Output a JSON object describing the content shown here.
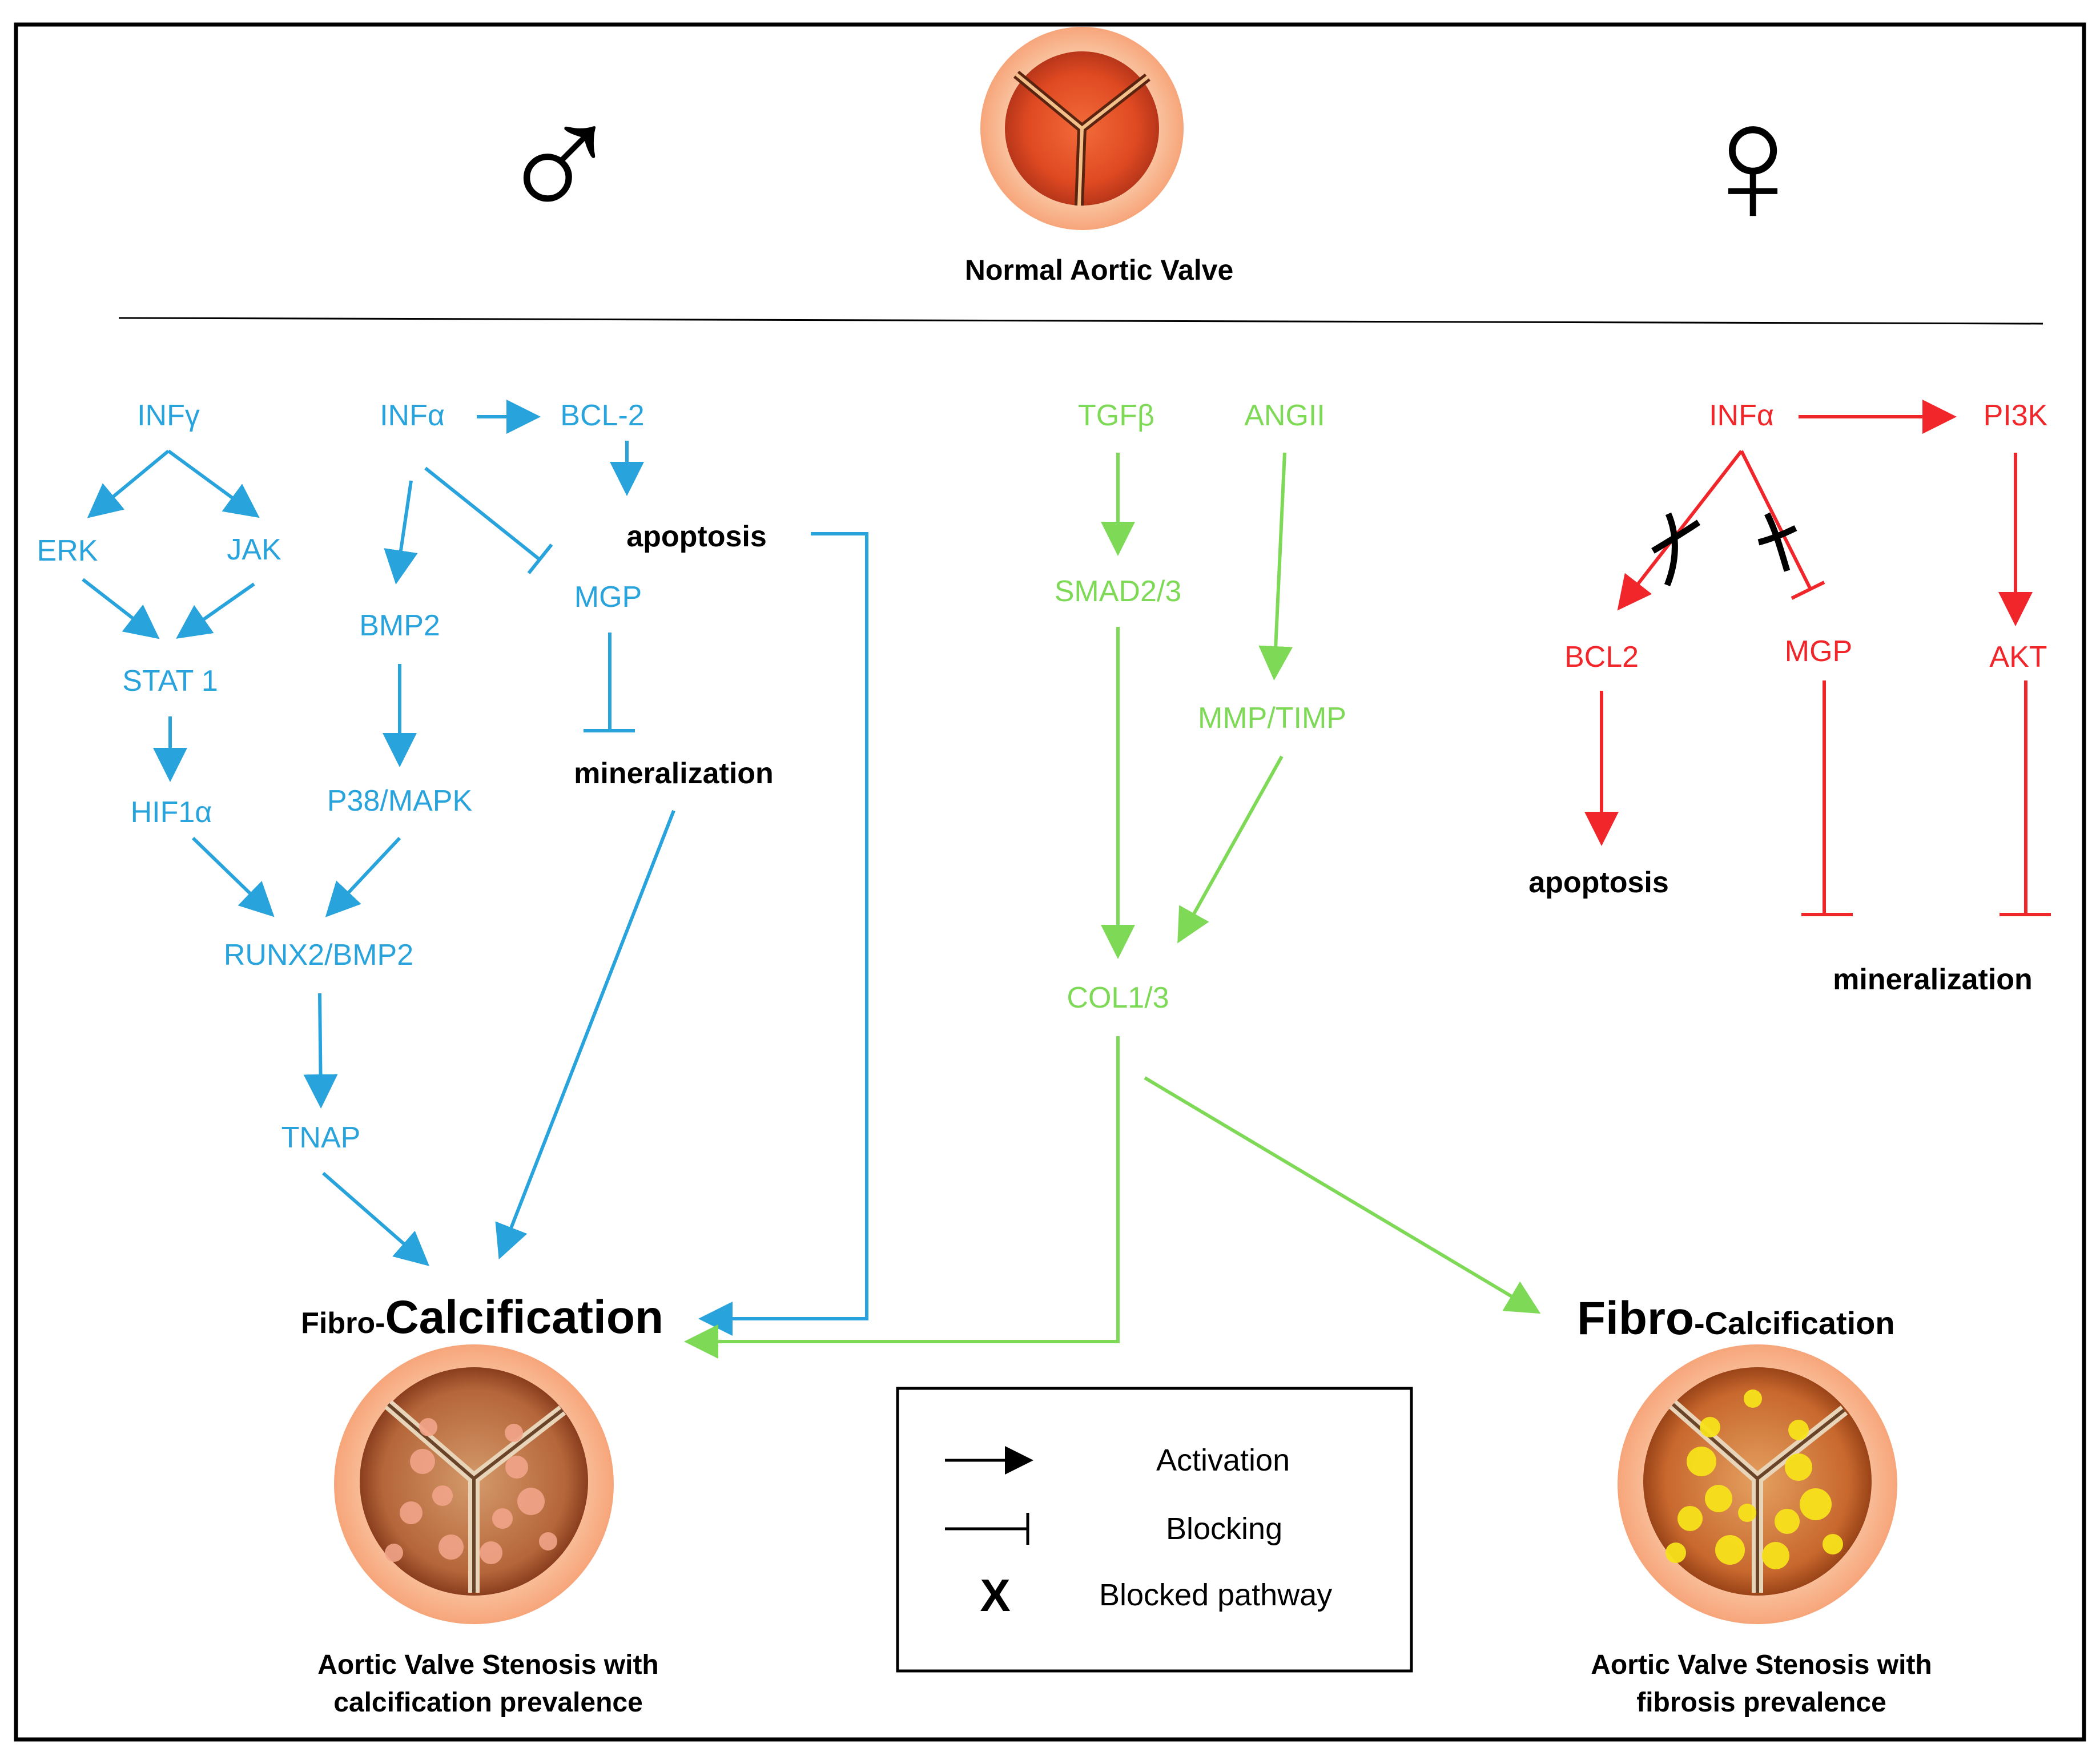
{
  "header": {
    "male_symbol": "♂",
    "female_symbol": "♀",
    "normal_valve_label": "Normal Aortic Valve"
  },
  "male_pathway": {
    "nodes": {
      "infg": "INFγ",
      "erk": "ERK",
      "jak": "JAK",
      "stat1": "STAT 1",
      "hif1a": "HIF1α",
      "infa": "INFα",
      "bcl2": "BCL-2",
      "apoptosis": "apoptosis",
      "bmp2": "BMP2",
      "mgp": "MGP",
      "mineralization": "mineralization",
      "p38": "P38/MAPK",
      "runx2": "RUNX2/BMP2",
      "tnap": "TNAP"
    },
    "outcome_prefix": "Fibro-",
    "outcome_main": "Calcification",
    "valve_caption_line1": "Aortic Valve Stenosis with",
    "valve_caption_line2": "calcification prevalence"
  },
  "shared_pathway": {
    "nodes": {
      "tgfb": "TGFβ",
      "angii": "ANGII",
      "smad": "SMAD2/3",
      "mmp": "MMP/TIMP",
      "col": "COL1/3"
    }
  },
  "female_pathway": {
    "nodes": {
      "infa": "INFα",
      "pi3k": "PI3K",
      "bcl2": "BCL2",
      "mgp": "MGP",
      "akt": "AKT",
      "apoptosis": "apoptosis",
      "mineralization": "mineralization"
    },
    "outcome_main": "Fibro",
    "outcome_suffix": "-Calcification",
    "valve_caption_line1": "Aortic Valve Stenosis with",
    "valve_caption_line2": "fibrosis prevalence"
  },
  "legend": {
    "activation": "Activation",
    "blocking": "Blocking",
    "blocked_symbol": "X",
    "blocked_pathway": "Blocked pathway"
  },
  "colors": {
    "male": "#29A3DC",
    "shared": "#7ED957",
    "female": "#F0262A",
    "valve_ring": "#F8B48C"
  }
}
